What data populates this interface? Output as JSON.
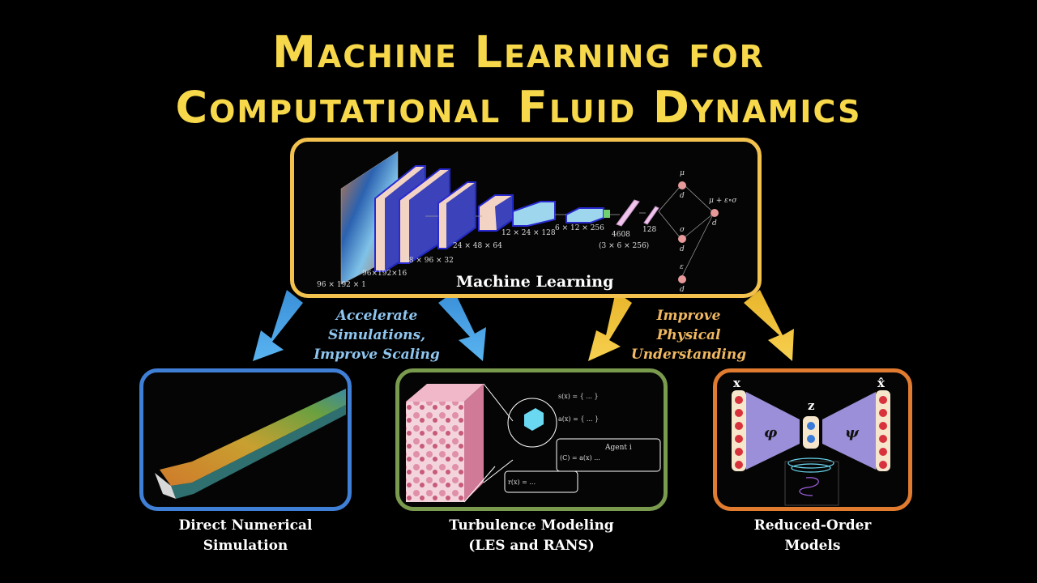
{
  "title": {
    "line1": "Machine Learning for",
    "line2": "Computational Fluid Dynamics"
  },
  "ml_panel": {
    "label": "Machine Learning",
    "dims": {
      "d1": "96 × 192 × 1",
      "d2": "96×192×16",
      "d3": "48 × 96 × 32",
      "d4": "24 × 48 × 64",
      "d5": "12 × 24 × 128",
      "d6": "6 × 12 × 256",
      "d7": "4608",
      "d8": "(3 × 6 × 256)",
      "d9": "128"
    },
    "latent": {
      "mu": "μ",
      "sigma": "σ",
      "eps": "ε",
      "d": "d",
      "out": "μ + ε∘σ"
    }
  },
  "left_text": {
    "line1": "Accelerate",
    "line2": "Simulations,",
    "line3": "Improve Scaling",
    "color": "#8fc6f0"
  },
  "right_text": {
    "line1": "Improve",
    "line2": "Physical",
    "line3": "Understanding",
    "color": "#f0b860"
  },
  "panels": {
    "dns": {
      "line1": "Direct Numerical",
      "line2": "Simulation"
    },
    "turbulence": {
      "line1": "Turbulence Modeling",
      "line2": "(LES and RANS)",
      "agent": "Agent i"
    },
    "rom": {
      "line1": "Reduced-Order",
      "line2": "Models",
      "x": "x",
      "z": "z",
      "xhat": "x̂",
      "phi": "φ",
      "psi": "ψ"
    }
  },
  "colors": {
    "title": "#f7d84a",
    "ml_border": "#f2c14e",
    "dns_border": "#3f7fd6",
    "turb_border": "#7a9a4e",
    "rom_border": "#e07b2f",
    "blue_arrow": "#4aa6e8",
    "yellow_arrow": "#f4c43c"
  }
}
